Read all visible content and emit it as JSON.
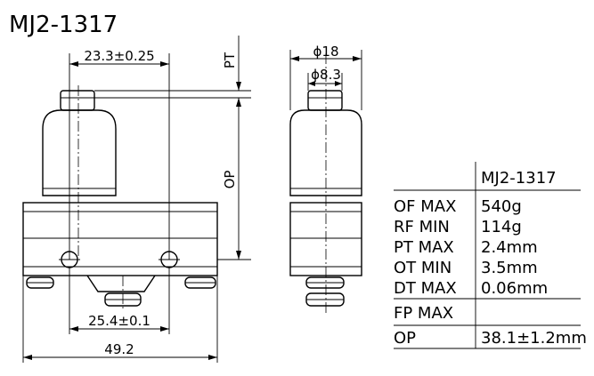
{
  "model_title": "MJ2-1317",
  "dimensions": {
    "pin_spacing_top": "23.3±0.25",
    "pin_spacing_bottom": "25.4±0.1",
    "overall_width": "49.2",
    "pt_label": "PT",
    "op_label": "OP",
    "dia_outer": "ϕ18",
    "dia_inner": "ϕ8.3"
  },
  "spec_table": {
    "header": "MJ2-1317",
    "rows": [
      {
        "name": "OF MAX",
        "value": "540g"
      },
      {
        "name": "RF MIN",
        "value": "114g"
      },
      {
        "name": "PT MAX",
        "value": "2.4mm"
      },
      {
        "name": "OT MIN",
        "value": "3.5mm"
      },
      {
        "name": "DT MAX",
        "value": "0.06mm"
      },
      {
        "name": "FP MAX",
        "value": ""
      },
      {
        "name": "OP",
        "value": "38.1±1.2mm"
      }
    ]
  }
}
